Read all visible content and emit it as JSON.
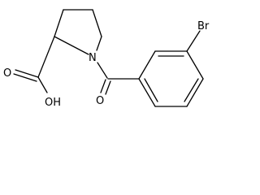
{
  "molecule": {
    "atoms": {
      "nitrogen": "N",
      "bromine": "Br",
      "carbonyl_oxygen": "O",
      "hydroxyl": "OH",
      "acid_oxygen": "O"
    },
    "colors": {
      "bond": "#000000",
      "label": "#000000",
      "background": "#ffffff"
    }
  }
}
